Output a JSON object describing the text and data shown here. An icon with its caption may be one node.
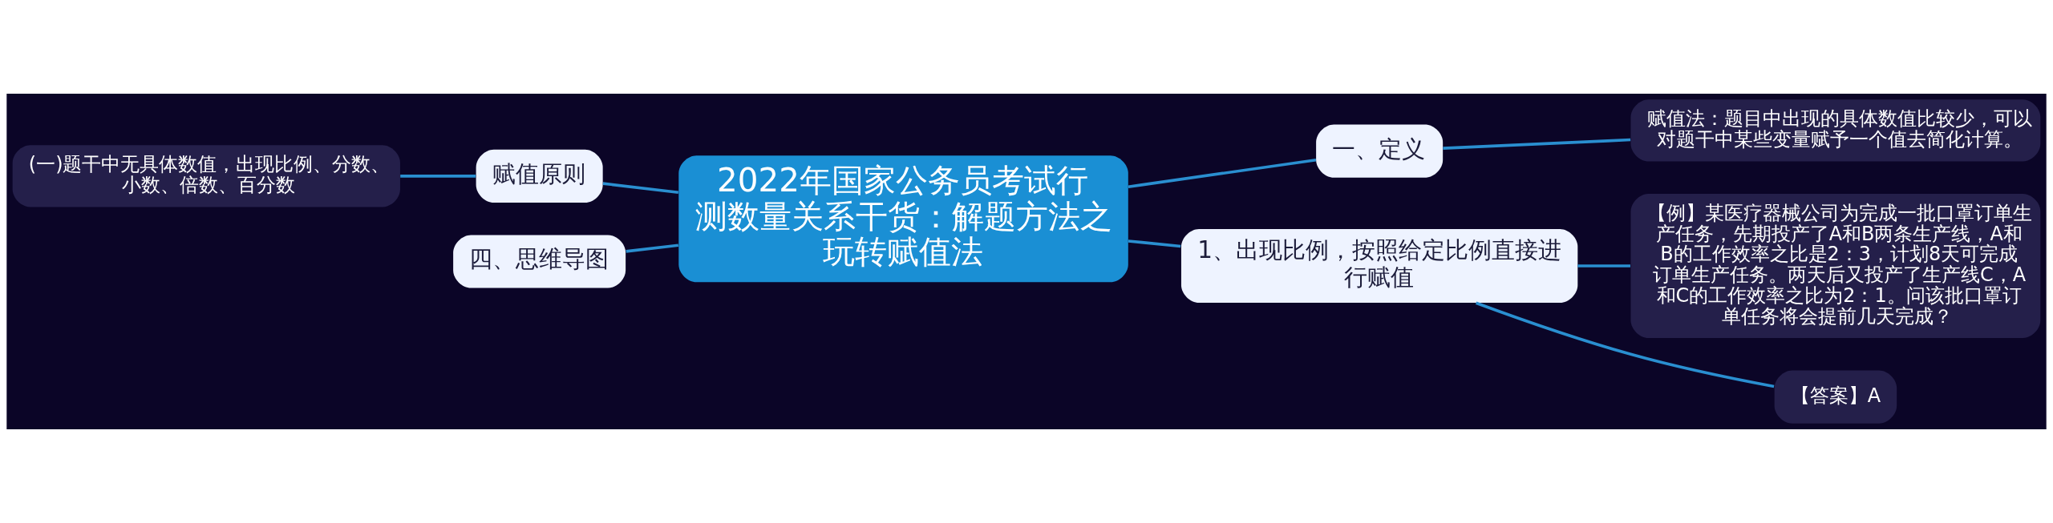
{
  "diagram": {
    "nodes": [
      {
        "text": [
          "2022年国家公务员考试行测数量关系干货：解题方法之玩转赋值法"
        ]
      },
      {
        "text": [
          "一、定义"
        ]
      },
      {
        "text": [
          "赋值法：题目中出现的具体数值比较少，可以对题干中某些变量赋予一个值去简化计算。"
        ]
      },
      {
        "text": [
          "1、出现比例，按照给定比例直接进行赋值"
        ]
      },
      {
        "text": [
          "【例】某医疗器械公司为完成一批口罩订单生产任务，先期投产了A和B两条生产线，A和B的工作效率之比是2：3，计划8天可完成订单生产任务。两天后又投产了生产线C，A和C的工作效率之比为2：1。问该批口罩订单任务将会提前几天完成？"
        ]
      },
      {
        "text": [
          "【答案】A"
        ]
      },
      {
        "text": [
          "赋值原则"
        ]
      },
      {
        "text": [
          "(一)题干中无具体数值，出现比例、分数、小数、倍数、百分数"
        ]
      },
      {
        "text": [
          "四、思维导图"
        ]
      }
    ],
    "edges": [
      {
        "from": 0,
        "to": 1,
        "arrow": "none"
      },
      {
        "from": 1,
        "to": 2,
        "arrow": "none"
      },
      {
        "from": 0,
        "to": 3,
        "arrow": "none"
      },
      {
        "from": 3,
        "to": 4,
        "arrow": "none"
      },
      {
        "from": 3,
        "to": 5,
        "arrow": "none"
      },
      {
        "from": 0,
        "to": 6,
        "arrow": "none"
      },
      {
        "from": 6,
        "to": 7,
        "arrow": "none"
      },
      {
        "from": 0,
        "to": 8,
        "arrow": "none"
      }
    ]
  }
}
